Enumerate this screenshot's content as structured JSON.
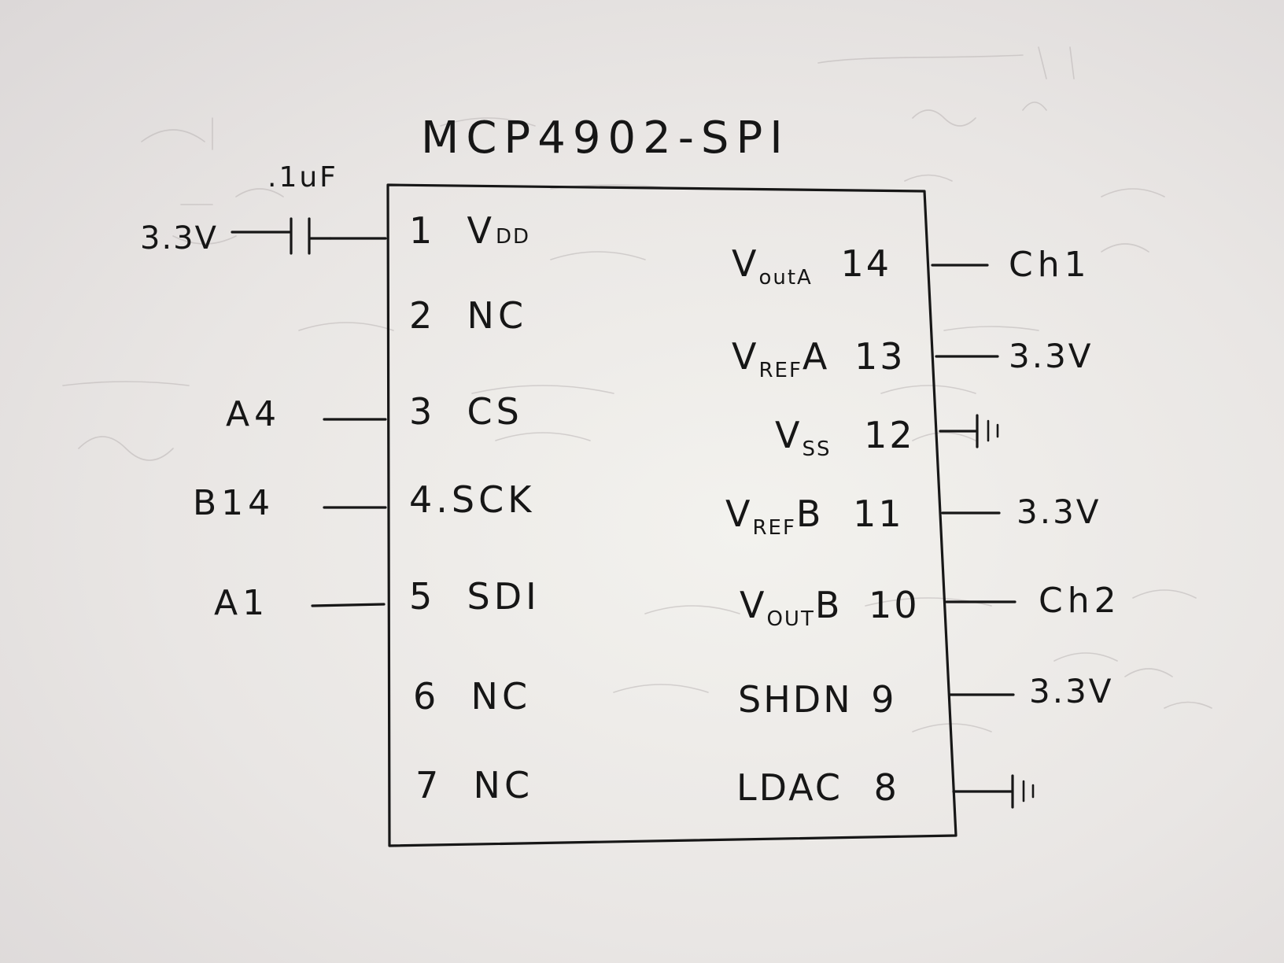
{
  "title": "MCP4902-SPI",
  "capacitor": {
    "value": ".1uF",
    "supply": "3.3V"
  },
  "left_pins": [
    {
      "number": "1",
      "name_main": "V",
      "name_sub": "DD",
      "net": ""
    },
    {
      "number": "2",
      "name_main": "NC",
      "name_sub": "",
      "net": ""
    },
    {
      "number": "3",
      "name_main": "CS",
      "name_sub": "",
      "net": "A4"
    },
    {
      "number": "4.",
      "name_main": "SCK",
      "name_sub": "",
      "net": "B14"
    },
    {
      "number": "5",
      "name_main": "SDI",
      "name_sub": "",
      "net": "A1"
    },
    {
      "number": "6",
      "name_main": "NC",
      "name_sub": "",
      "net": ""
    },
    {
      "number": "7",
      "name_main": "NC",
      "name_sub": "",
      "net": ""
    }
  ],
  "right_pins": [
    {
      "number": "14",
      "name_main": "V",
      "name_sub": "outA",
      "net": "Ch1"
    },
    {
      "number": "13",
      "name_main": "V",
      "name_sub": "REF",
      "name_tail": "A",
      "net": "3.3V"
    },
    {
      "number": "12",
      "name_main": "V",
      "name_sub": "SS",
      "net": "ground"
    },
    {
      "number": "11",
      "name_main": "V",
      "name_sub": "REF",
      "name_tail": "B",
      "net": "3.3V"
    },
    {
      "number": "10",
      "name_main": "V",
      "name_sub": "OUT",
      "name_tail": "B",
      "net": "Ch2"
    },
    {
      "number": "9",
      "name_main": "SHDN",
      "name_sub": "",
      "net": "3.3V"
    },
    {
      "number": "8",
      "name_main": "LDAC",
      "name_sub": "",
      "net": "ground"
    }
  ],
  "icons": [
    "capacitor-icon",
    "ground-icon"
  ],
  "colors": {
    "ink": "#171717",
    "paper": "#f3f2ee"
  }
}
